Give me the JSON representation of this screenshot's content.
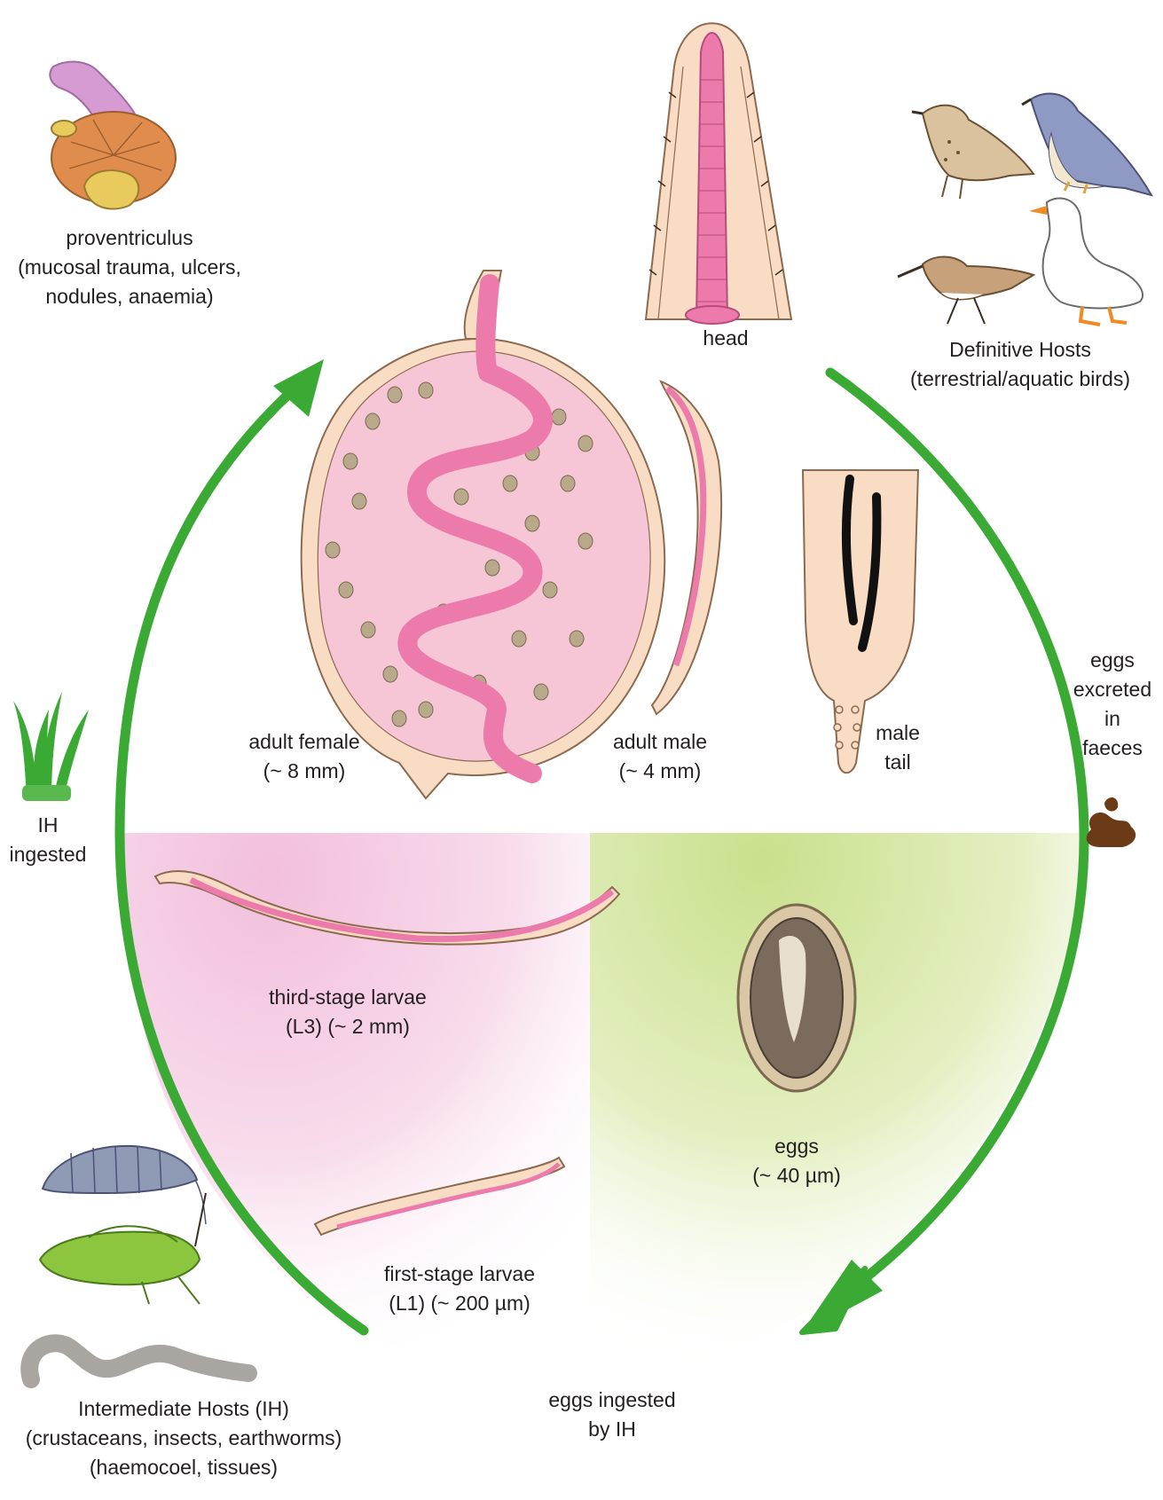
{
  "labels": {
    "proventriculus": [
      "proventriculus",
      "(mucosal trauma, ulcers,",
      "nodules, anaemia)"
    ],
    "head": [
      "head"
    ],
    "definitive_hosts": [
      "Definitive Hosts",
      "(terrestrial/aquatic birds)"
    ],
    "adult_female": [
      "adult female",
      "(~ 8 mm)"
    ],
    "adult_male": [
      "adult male",
      "(~ 4 mm)"
    ],
    "male_tail": [
      "male",
      "tail"
    ],
    "eggs_excreted": [
      "eggs",
      "excreted",
      "in",
      "faeces"
    ],
    "ih_ingested": [
      "IH",
      "ingested"
    ],
    "third_stage": [
      "third-stage larvae",
      "(L3) (~ 2 mm)"
    ],
    "eggs": [
      "eggs",
      "(~ 40 µm)"
    ],
    "first_stage": [
      "first-stage larvae",
      "(L1) (~ 200 µm)"
    ],
    "intermediate_hosts": [
      "Intermediate Hosts (IH)",
      "(crustaceans, insects, earthworms)",
      "(haemocoel, tissues)"
    ],
    "eggs_ingested": [
      "eggs ingested",
      "by IH"
    ]
  },
  "colors": {
    "arrow": "#3aaa35",
    "worm_body": "#f9dcc4",
    "worm_outline": "#8c6a4f",
    "intestine": "#ec7aab",
    "female_inner": "#f6c6d6",
    "egg_dot": "#b8a98a",
    "left_quadrant": "#f2bfdc",
    "right_quadrant": "#c9e08c"
  },
  "icons": [
    "proventriculus-icon",
    "bird-thrush-icon",
    "bird-falcon-icon",
    "bird-sandpiper-icon",
    "bird-duck-icon",
    "grass-icon",
    "faeces-icon",
    "crustacean-icon",
    "grasshopper-icon",
    "earthworm-icon"
  ]
}
